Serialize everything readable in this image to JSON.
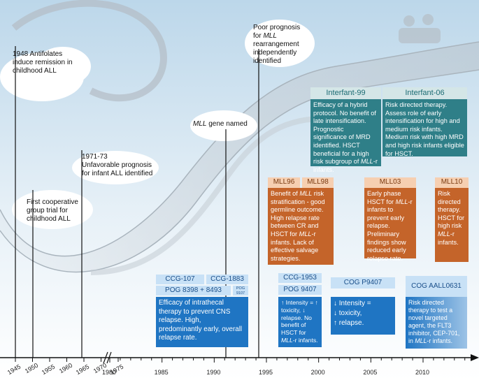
{
  "colors": {
    "teal": "#2f7f88",
    "orange": "#c4642a",
    "blue": "#1f75c3",
    "tag_teal": "#d4e6e7",
    "tag_orange": "#f6cfb1",
    "tag_blue": "#c8e1f6"
  },
  "events": {
    "e1948": "1948 Antifolates induce remission in childhood ALL",
    "first_coop": "First cooperative group trial for childhood ALL",
    "e1971": "1971-73",
    "e1971_text": "Unfavorable prognosis for infant ALL identified",
    "mll_named_italic": "MLL",
    "mll_named_rest": " gene named",
    "poor_prognosis_1": "Poor prognosis for ",
    "poor_prognosis_italic": "MLL",
    "poor_prognosis_2": " rearrangement independently identified"
  },
  "studies": {
    "interfant99": {
      "label": "Interfant-99",
      "text_a": "Efficacy of a hybrid protocol. No benefit of late intensification. Prognostic significance of MRD identified. HSCT beneficial for a high risk subgroup of ",
      "text_italic": "MLL",
      "text_b": "-r infants."
    },
    "interfant06": {
      "label": "Interfant-06",
      "text": "Risk directed therapy. Assess role of early intensification for high and medium risk infants. Medium risk with high MRD and high risk infants eligible for HSCT."
    },
    "mll96": {
      "label": "MLL96"
    },
    "mll98": {
      "label": "MLL98"
    },
    "mll9698_text": {
      "a": "Benefit of ",
      "italic1": "MLL",
      "b": " risk stratification - good germline outcome. High relapse rate between CR and HSCT for ",
      "italic2": "MLL",
      "c": "-r infants. Lack of effective salvage strategies."
    },
    "mll03": {
      "label": "MLL03",
      "a": "Early phase HSCT for ",
      "italic": "MLL",
      "b": "-r infants to prevent early relapse. Preliminary findings show reduced early relapse rate."
    },
    "mll10": {
      "label": "MLL10",
      "a": "Risk directed therapy. HSCT for high risk ",
      "italic": "MLL",
      "b": "-r infants."
    },
    "ccg107": {
      "label": "CCG-107"
    },
    "ccg1883": {
      "label": "CCG-1883"
    },
    "pog8398": {
      "label": "POG 8398 + 8493"
    },
    "pog9107": {
      "label": "POG 9107"
    },
    "cns_text": "Efficacy of intrathecal therapy to prevent CNS relapse. High, predominantly early, overall relapse rate.",
    "ccg1953": {
      "label": "CCG-1953"
    },
    "pog9407": {
      "label": "POG 9407"
    },
    "pog9407_text": {
      "a": "↑ Intensity = ↑ toxicity, ↓ relapse. No benefit of HSCT for ",
      "italic": "MLL",
      "b": "-r infants."
    },
    "cogp9407": {
      "label": "COG P9407",
      "l1": "↓  Intensity =",
      "l2": "↓  toxicity,",
      "l3": "↑  relapse."
    },
    "cogaall0631": {
      "label": "COG AALL0631",
      "a": "Risk directed therapy to test a novel targeted agent, the FLT3 inhibitor, CEP-701, in ",
      "italic": "MLL",
      "b": "-r infants."
    }
  },
  "axis": {
    "early_ticks": [
      "1945",
      "1950",
      "1955",
      "1960",
      "1965",
      "1970",
      "1975"
    ],
    "late_ticks": [
      "1980",
      "1985",
      "1990",
      "1995",
      "2000",
      "2005",
      "2010"
    ]
  }
}
